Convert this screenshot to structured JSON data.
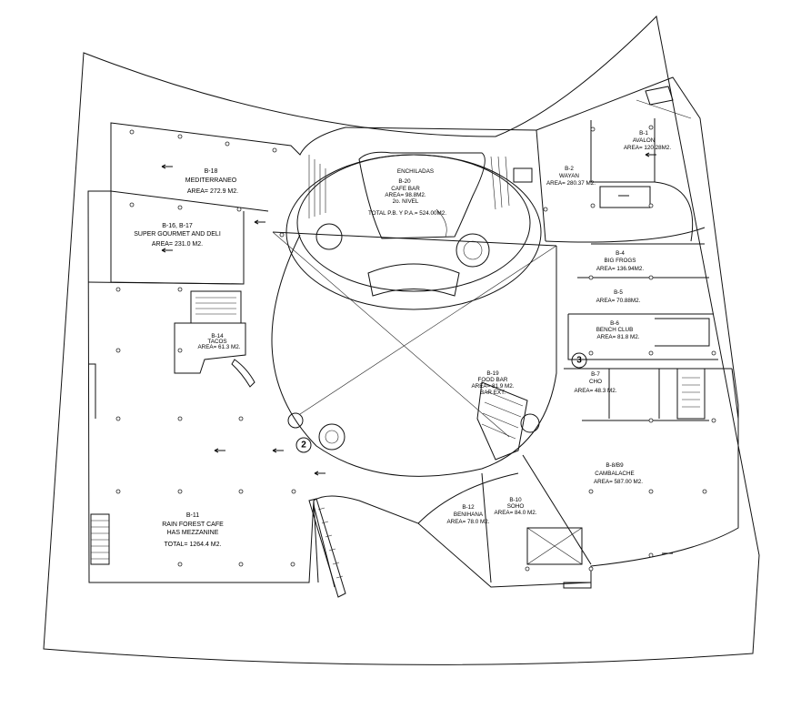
{
  "stores": [
    {
      "id": "b1",
      "code": "B-1",
      "name": "AVALON",
      "area": "AREA= 120.28M2."
    },
    {
      "id": "b2",
      "code": "B-2",
      "name": "WAYAN",
      "area": "AREA= 280.37 M2."
    },
    {
      "id": "b4",
      "code": "B-4",
      "name": "BIG FROGS",
      "area": "AREA= 136.94M2."
    },
    {
      "id": "b5",
      "code": "B-5",
      "name": "",
      "area": "AREA= 70.88M2."
    },
    {
      "id": "b6",
      "code": "B-6",
      "name": "BENCH CLUB",
      "area": "AREA= 81.8 M2."
    },
    {
      "id": "b7",
      "code": "B-7",
      "name": "CHO",
      "area": "AREA= 48.3 M2."
    },
    {
      "id": "b8",
      "code": "B-8/B9",
      "name": "CAMBALACHE",
      "area": "AREA= 587.00 M2."
    },
    {
      "id": "b10",
      "code": "B-10",
      "name": "SOHO",
      "area": "AREA= 84.0 M2."
    },
    {
      "id": "b12",
      "code": "B-12",
      "name": "BENIHANA",
      "area": "AREA= 78.0 M2."
    },
    {
      "id": "b11",
      "code": "B-11",
      "name": "RAIN FOREST CAFE",
      "sub": "HAS MEZZANINE",
      "area": "TOTAL= 1264.4 M2."
    },
    {
      "id": "b14",
      "code": "B-14",
      "name": "TACOS",
      "area": "AREA= 61.3 M2."
    },
    {
      "id": "b16",
      "code": "B-16, B-17",
      "name": "SUPER GOURMET AND DELI",
      "area": "AREA= 231.0 M2."
    },
    {
      "id": "b18",
      "code": "B-18",
      "name": "MEDITERRANEO",
      "area": "AREA= 272.9 M2."
    },
    {
      "id": "b19",
      "code": "B-19",
      "name": "FOOD BAR",
      "area": "AREA= 81.9 M2.",
      "sub": "BAR EXT."
    },
    {
      "id": "b20",
      "code": "B-20",
      "name": "CAFE BAR",
      "area": "AREA= 98.8M2.",
      "sub": "2o. NIVEL",
      "extra": "TOTAL P.B. Y P.A.= 524.00M2."
    }
  ],
  "top_label": "ENCHILADAS",
  "markers": [
    "2",
    "3"
  ]
}
